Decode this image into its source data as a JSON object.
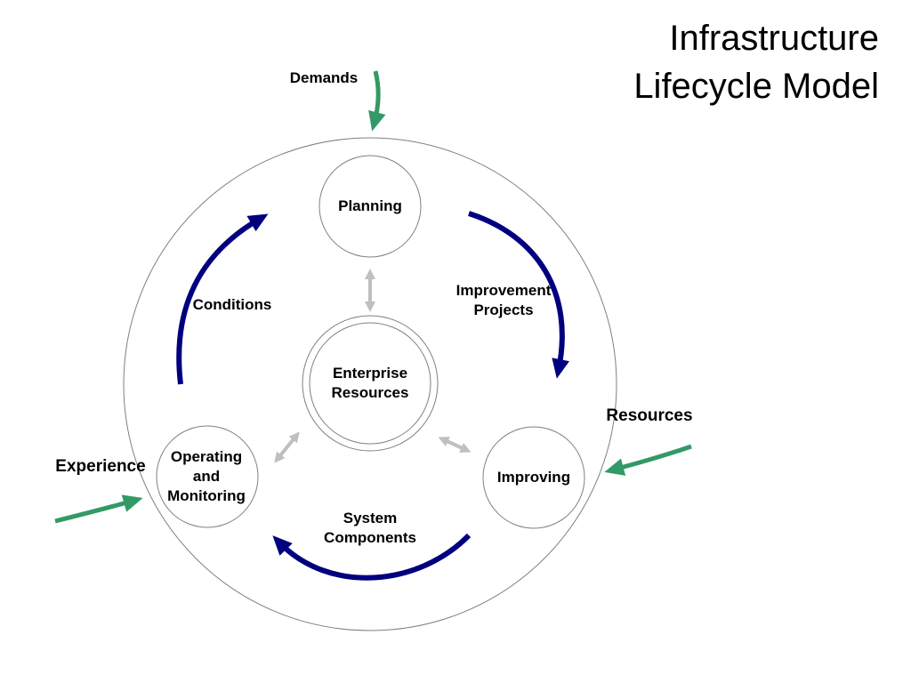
{
  "title": {
    "line1": "Infrastructure",
    "line2": "Lifecycle Model"
  },
  "nodes": {
    "planning": "Planning",
    "enterprise_line1": "Enterprise",
    "enterprise_line2": "Resources",
    "operating_line1": "Operating",
    "operating_line2": "and",
    "operating_line3": "Monitoring",
    "improving": "Improving"
  },
  "flows": {
    "conditions": "Conditions",
    "improvement_line1": "Improvement",
    "improvement_line2": "Projects",
    "system_line1": "System",
    "system_line2": "Components"
  },
  "inputs": {
    "demands": "Demands",
    "resources": "Resources",
    "experience": "Experience"
  },
  "colors": {
    "cycle_arrow": "#00007f",
    "input_arrow": "#339966",
    "link_arrow": "#bfbfbf",
    "outline": "#808080"
  }
}
